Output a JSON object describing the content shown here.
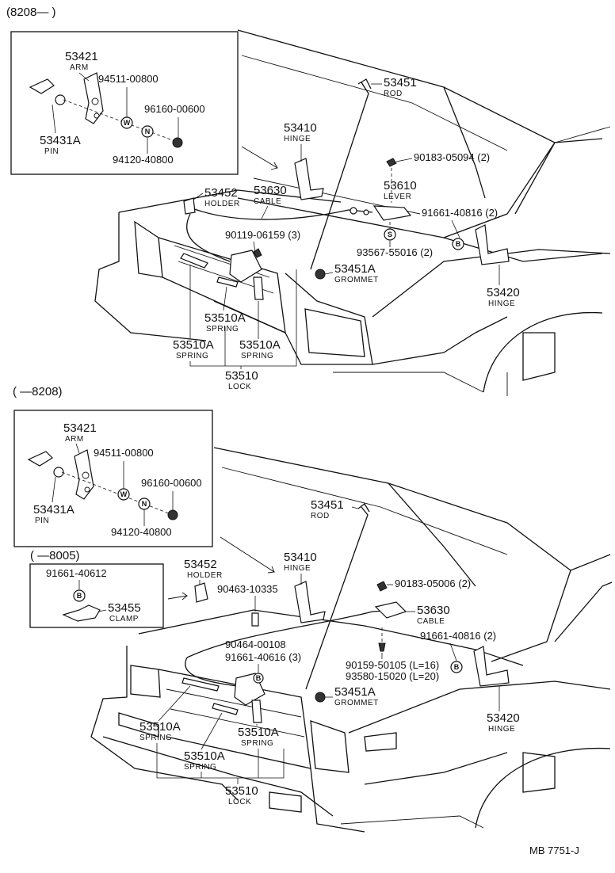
{
  "top": {
    "header": "(8208—      )",
    "inset": {
      "arm": {
        "num": "53421",
        "name": "ARM"
      },
      "pin": {
        "num": "53431A",
        "name": "PIN"
      },
      "washer_num": "94511-00800",
      "clip_num": "96160-00600",
      "nut_num": "94120-40800"
    },
    "rod": {
      "num": "53451",
      "name": "ROD"
    },
    "hinge_l": {
      "num": "53410",
      "name": "HINGE"
    },
    "screw_top": "90183-05094 (2)",
    "lever": {
      "num": "53610",
      "name": "LEVER"
    },
    "holder": {
      "num": "53452",
      "name": "HOLDER"
    },
    "cable": {
      "num": "53630",
      "name": "CABLE"
    },
    "bolt_r": "91661-40816 (2)",
    "screw_lock": "90119-06159 (3)",
    "screw_lever": "93567-55016 (2)",
    "grommet": {
      "num": "53451A",
      "name": "GROMMET"
    },
    "hinge_r": {
      "num": "53420",
      "name": "HINGE"
    },
    "spring_mid": {
      "num": "53510A",
      "name": "SPRING"
    },
    "spring_l": {
      "num": "53510A",
      "name": "SPRING"
    },
    "spring_r": {
      "num": "53510A",
      "name": "SPRING"
    },
    "lock": {
      "num": "53510",
      "name": "LOCK"
    }
  },
  "bottom": {
    "header": "(      —8208)",
    "inset": {
      "arm": {
        "num": "53421",
        "name": "ARM"
      },
      "pin": {
        "num": "53431A",
        "name": "PIN"
      },
      "washer_num": "94511-00800",
      "clip_num": "96160-00600",
      "nut_num": "94120-40800"
    },
    "sub_header": "(      —8005)",
    "sub": {
      "bolt_num": "91661-40612",
      "clamp": {
        "num": "53455",
        "name": "CLAMP"
      }
    },
    "holder": {
      "num": "53452",
      "name": "HOLDER"
    },
    "rod": {
      "num": "53451",
      "name": "ROD"
    },
    "hinge_l": {
      "num": "53410",
      "name": "HINGE"
    },
    "clip_cable": "90463-10335",
    "screw_top": "90183-05006 (2)",
    "cable": {
      "num": "53630",
      "name": "CABLE"
    },
    "bolt_r": "91661-40816 (2)",
    "screw_lock_a": "90464-00108",
    "screw_lock_b": "91661-40616 (3)",
    "clip_l16": "90159-50105 (L=16)",
    "clip_l20": "93580-15020 (L=20)",
    "grommet": {
      "num": "53451A",
      "name": "GROMMET"
    },
    "hinge_r": {
      "num": "53420",
      "name": "HINGE"
    },
    "spring_l": {
      "num": "53510A",
      "name": "SPRING"
    },
    "spring_r": {
      "num": "53510A",
      "name": "SPRING"
    },
    "spring_bot": {
      "num": "53510A",
      "name": "SPRING"
    },
    "lock": {
      "num": "53510",
      "name": "LOCK"
    }
  },
  "ref_code": "MB  7751-J",
  "symbols": {
    "washer": "W",
    "nut": "N",
    "bolt": "B",
    "screw": "S"
  }
}
